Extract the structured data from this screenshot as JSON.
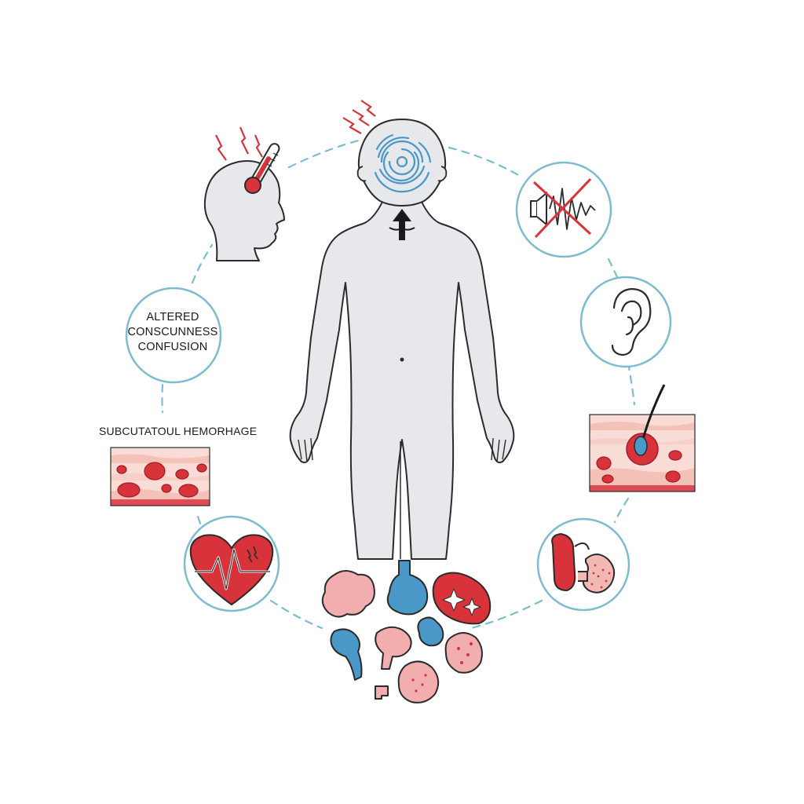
{
  "diagram": {
    "labels": {
      "consciousness": [
        "ALTERED",
        "CONSCUNNESS",
        "CONFUSION"
      ],
      "hemorrhage": "SUBCUTATOUL HEMORHAGE"
    }
  },
  "colors": {
    "outline": "#2b2b2b",
    "body_fill": "#e6e8eb",
    "ring": "#7dbcd0",
    "accent_red": "#d8323a",
    "accent_blue": "#4a98c8",
    "tissue_pink": "#f2b9b4"
  }
}
